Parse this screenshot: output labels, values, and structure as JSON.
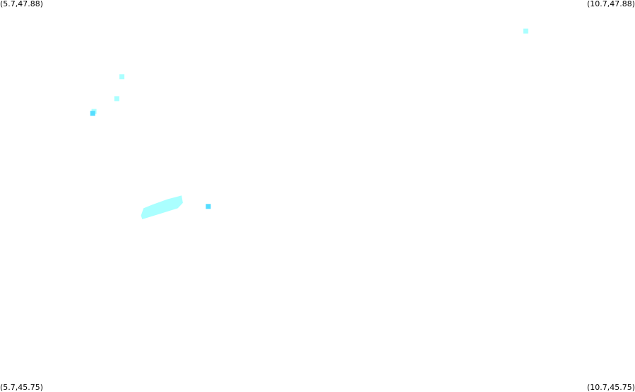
{
  "map": {
    "corners": {
      "top_left": "(5.7,47.88)",
      "top_right": "(10.7,47.88)",
      "bottom_left": "(5.7,45.75)",
      "bottom_right": "(10.7,45.75)"
    },
    "bounds": {
      "lon_min": 5.7,
      "lon_max": 10.7,
      "lat_min": 45.75,
      "lat_max": 47.88
    },
    "colors": {
      "background": "#ffffff",
      "light_cyan": "#aaffff",
      "medium_cyan": "#55ddff"
    },
    "features": [
      {
        "type": "cell",
        "lon": 9.84,
        "lat": 47.71,
        "color": "light_cyan"
      },
      {
        "type": "cell",
        "lon": 6.66,
        "lat": 47.46,
        "color": "light_cyan"
      },
      {
        "type": "cell",
        "lon": 6.62,
        "lat": 47.34,
        "color": "light_cyan"
      },
      {
        "type": "cell",
        "lon": 6.44,
        "lat": 47.27,
        "color": "light_cyan"
      },
      {
        "type": "cell",
        "lon": 6.43,
        "lat": 47.26,
        "color": "medium_cyan"
      },
      {
        "type": "cell",
        "lon": 7.34,
        "lat": 46.75,
        "color": "medium_cyan"
      },
      {
        "type": "blob",
        "color": "light_cyan",
        "polygon": [
          [
            6.82,
            46.68
          ],
          [
            6.96,
            46.71
          ],
          [
            7.1,
            46.74
          ],
          [
            7.14,
            46.77
          ],
          [
            7.13,
            46.81
          ],
          [
            7.02,
            46.79
          ],
          [
            6.9,
            46.76
          ],
          [
            6.83,
            46.74
          ],
          [
            6.81,
            46.7
          ]
        ]
      }
    ]
  }
}
